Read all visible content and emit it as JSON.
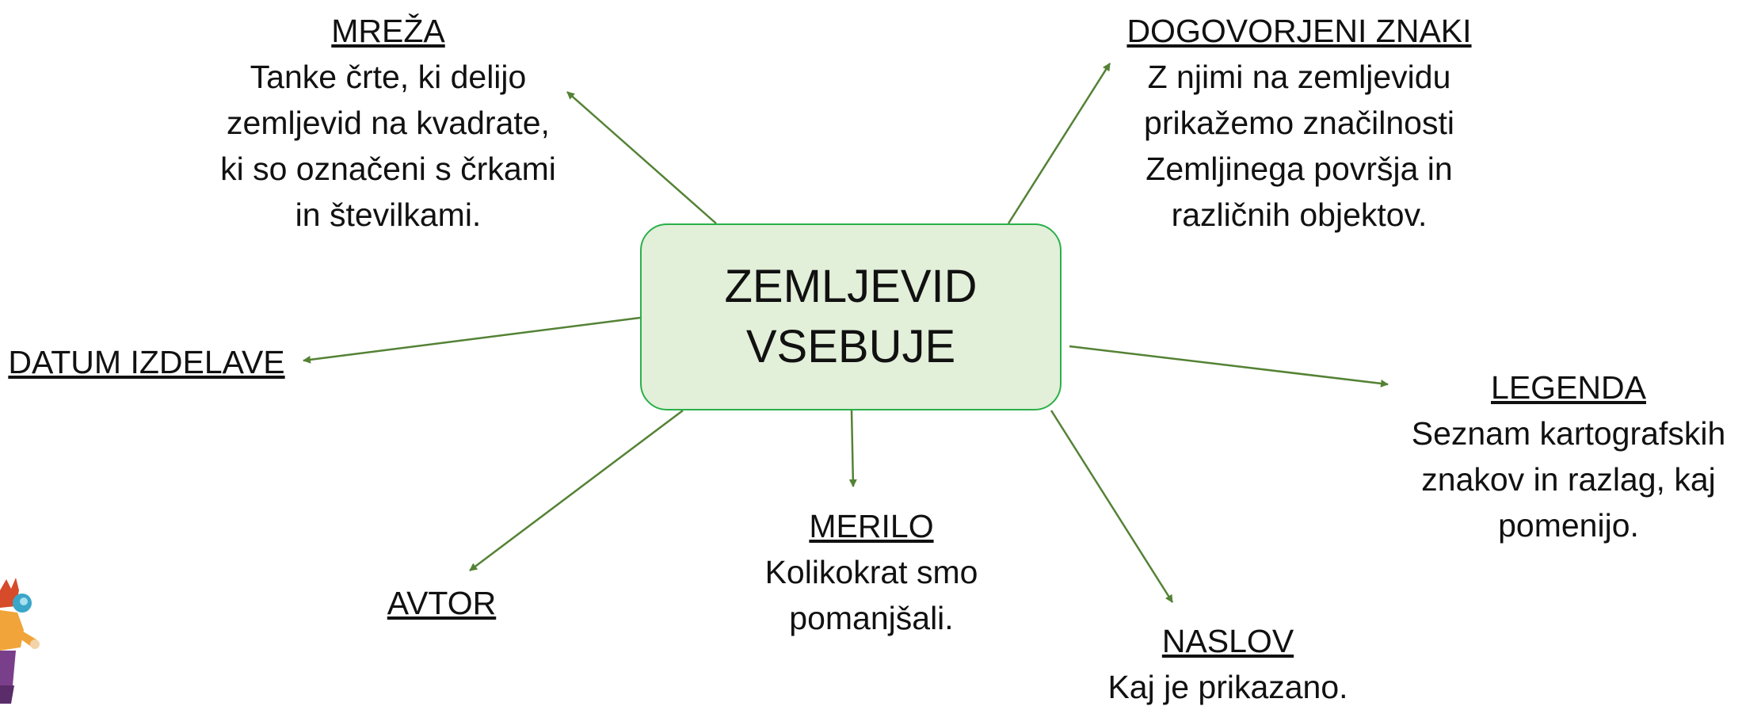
{
  "center": {
    "line1": "ZEMLJEVID",
    "line2": "VSEBUJE"
  },
  "nodes": {
    "mreza": {
      "head": "MREŽA",
      "desc": [
        "Tanke črte, ki delijo",
        "zemljevid na kvadrate,",
        "ki so označeni s črkami",
        "in številkami."
      ]
    },
    "dogovorjeni": {
      "head": "DOGOVORJENI ZNAKI",
      "desc": [
        "Z njimi na zemljevidu",
        "prikažemo značilnosti",
        "Zemljinega površja in",
        "različnih objektov."
      ]
    },
    "datum": {
      "head": "DATUM IZDELAVE"
    },
    "legenda": {
      "head": "LEGENDA",
      "desc": [
        "Seznam kartografskih",
        "znakov in razlag, kaj",
        "pomenijo."
      ]
    },
    "avtor": {
      "head": "AVTOR"
    },
    "merilo": {
      "head": "MERILO",
      "desc": [
        "Kolikokrat smo",
        "pomanjšali."
      ]
    },
    "naslov": {
      "head": "NASLOV",
      "desc": [
        "Kaj je prikazano."
      ]
    }
  },
  "colors": {
    "arrow": "#548235",
    "box_fill": "#e2efd9",
    "box_border": "#2ab04a"
  }
}
